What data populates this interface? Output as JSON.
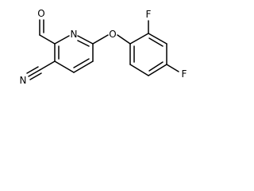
{
  "structure": {
    "atom_labels": {
      "pyridine_nitrogen": "N",
      "aldehyde_oxygen": "O",
      "ether_oxygen": "O",
      "nitrile_nitrogen": "N",
      "fluorine_ortho": "F",
      "fluorine_para": "F"
    }
  }
}
